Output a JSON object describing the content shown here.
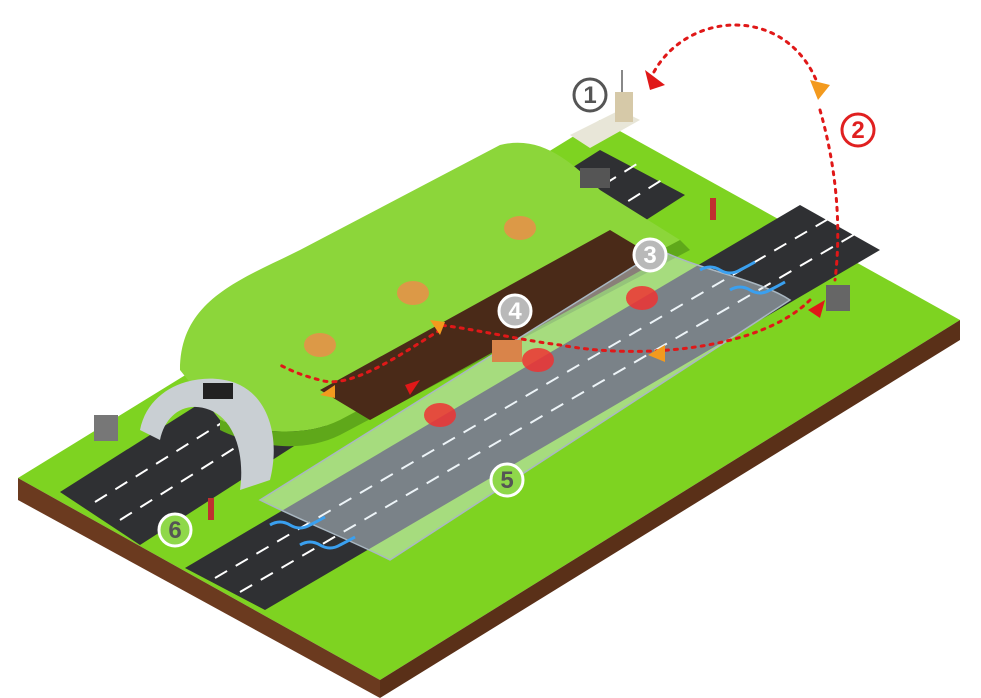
{
  "markers": [
    {
      "label": "1",
      "color": "#555555",
      "style": "grey"
    },
    {
      "label": "2",
      "color": "#e02020",
      "style": "red"
    },
    {
      "label": "3",
      "color": "#666666",
      "style": "grey-filled"
    },
    {
      "label": "4",
      "color": "#666666",
      "style": "grey-filled"
    },
    {
      "label": "5",
      "color": "#666666",
      "style": "green-outline"
    },
    {
      "label": "6",
      "color": "#666666",
      "style": "green-outline"
    }
  ],
  "colors": {
    "grass": "#7ed321",
    "grass_side": "#5fa81a",
    "soil": "#6b3a1f",
    "road": "#2f3033",
    "lane": "#ffffff",
    "signal_red": "#e01818",
    "signal_orange": "#f39a1e",
    "air_flow": "#3aa0f0"
  },
  "icons": [
    "control-building-icon",
    "jet-fan-icon",
    "cabinet-icon",
    "emergency-phone-icon",
    "message-sign-icon",
    "fire-icon",
    "air-flow-icon"
  ]
}
